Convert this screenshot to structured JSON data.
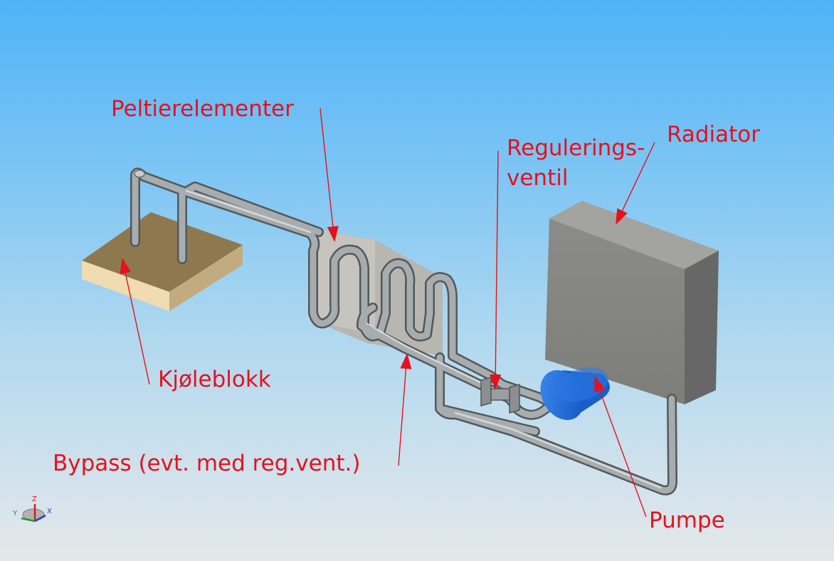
{
  "labels": {
    "peltier": "Peltierelementer",
    "regulering_line1": "Regulerings-",
    "regulering_line2": "ventil",
    "radiator": "Radiator",
    "kjoleblokk": "Kjøleblokk",
    "bypass": "Bypass (evt. med reg.vent.)",
    "pumpe": "Pumpe"
  },
  "axis_triad": {
    "z": "Z",
    "y": "Y",
    "x": "X"
  },
  "colors": {
    "label": "#e8101c",
    "pipe": "#8f9497",
    "radiator": "#8a8a86",
    "cooling_block": "#c4ad80",
    "pump": "#1f6ed8",
    "peltier": "#b4b3ad",
    "axis_x": "#2a3cc4",
    "axis_y": "#1a9a2a",
    "axis_z": "#d41d1d"
  }
}
